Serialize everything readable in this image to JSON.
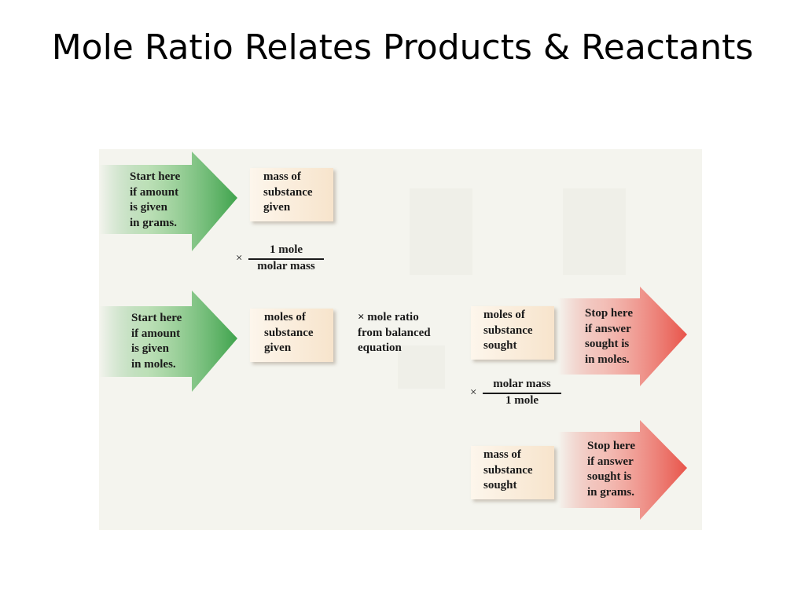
{
  "slide": {
    "title": "Mole Ratio Relates Products & Reactants"
  },
  "diagram": {
    "start_grams": "Start here\nif amount\nis given\nin grams.",
    "start_moles": "Start here\nif amount\nis given\nin moles.",
    "mass_given": "mass of\nsubstance\ngiven",
    "moles_given": "moles of\nsubstance\ngiven",
    "mole_ratio": "× mole ratio\nfrom balanced\nequation",
    "moles_sought": "moles of\nsubstance\nsought",
    "mass_sought": "mass of\nsubstance\nsought",
    "stop_moles": "Stop here\nif answer\nsought is\nin moles.",
    "stop_grams": "Stop here\nif answer\nsought is\nin grams.",
    "factor1": {
      "times": "×",
      "numerator": "1 mole",
      "denominator": "molar mass"
    },
    "factor2": {
      "times": "×",
      "numerator": "molar mass",
      "denominator": "1 mole"
    }
  },
  "colors": {
    "start_arrow": "#3fa34d",
    "stop_arrow": "#e8544a",
    "box_fill": "#f7e4cc",
    "figure_background": "#f4f4ee"
  }
}
